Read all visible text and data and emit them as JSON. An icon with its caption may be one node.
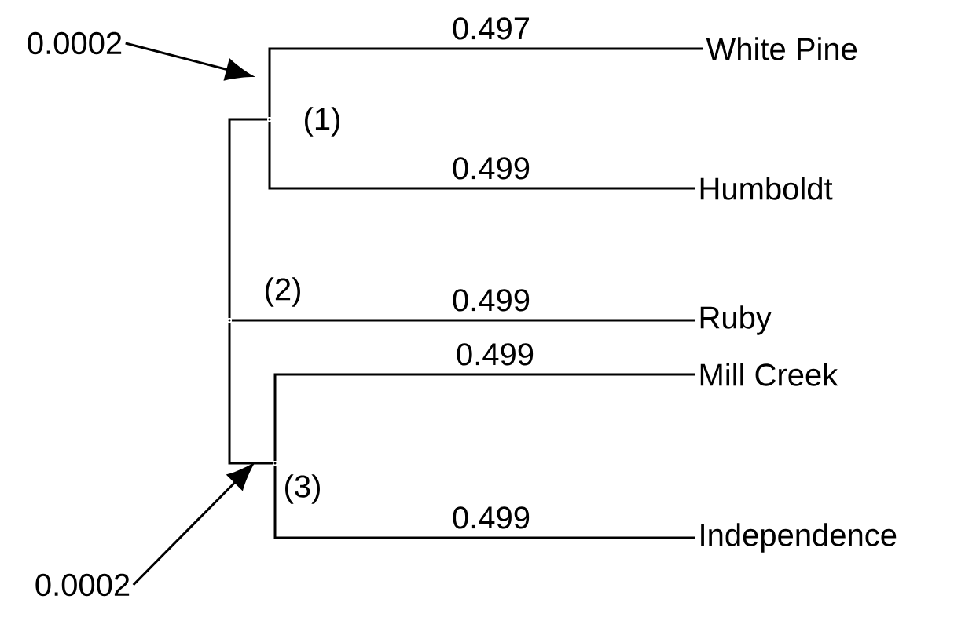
{
  "diagram": {
    "nodes": [
      {
        "text": [
          "0.0002"
        ]
      },
      {
        "text": [
          "0.0002"
        ]
      },
      {
        "text": [
          "White Pine"
        ]
      },
      {
        "text": [
          "Humboldt"
        ]
      },
      {
        "text": [
          "Ruby"
        ]
      },
      {
        "text": [
          "Mill Creek"
        ]
      },
      {
        "text": [
          "Independence"
        ]
      },
      {
        "text": [],
        "shape": "point"
      },
      {
        "text": [],
        "shape": "point"
      },
      {
        "text": [],
        "shape": "point"
      }
    ],
    "edges": [
      {
        "from": 7,
        "to": 8,
        "arrow": "none"
      },
      {
        "from": 8,
        "to": 2,
        "arrow": "none",
        "label": "0.497"
      },
      {
        "from": 8,
        "to": 3,
        "arrow": "none",
        "label": "0.499"
      },
      {
        "from": 7,
        "to": 4,
        "arrow": "none",
        "label": "0.499"
      },
      {
        "from": 7,
        "to": 9,
        "arrow": "none"
      },
      {
        "from": 9,
        "to": 5,
        "arrow": "none",
        "label": "0.499"
      },
      {
        "from": 9,
        "to": 6,
        "arrow": "none",
        "label": "0.499"
      },
      {
        "from": 0,
        "to": null,
        "arrow": "to"
      },
      {
        "from": 1,
        "to": null,
        "arrow": "to"
      }
    ],
    "labels": [
      "(1)",
      "(2)",
      "(3)"
    ]
  }
}
